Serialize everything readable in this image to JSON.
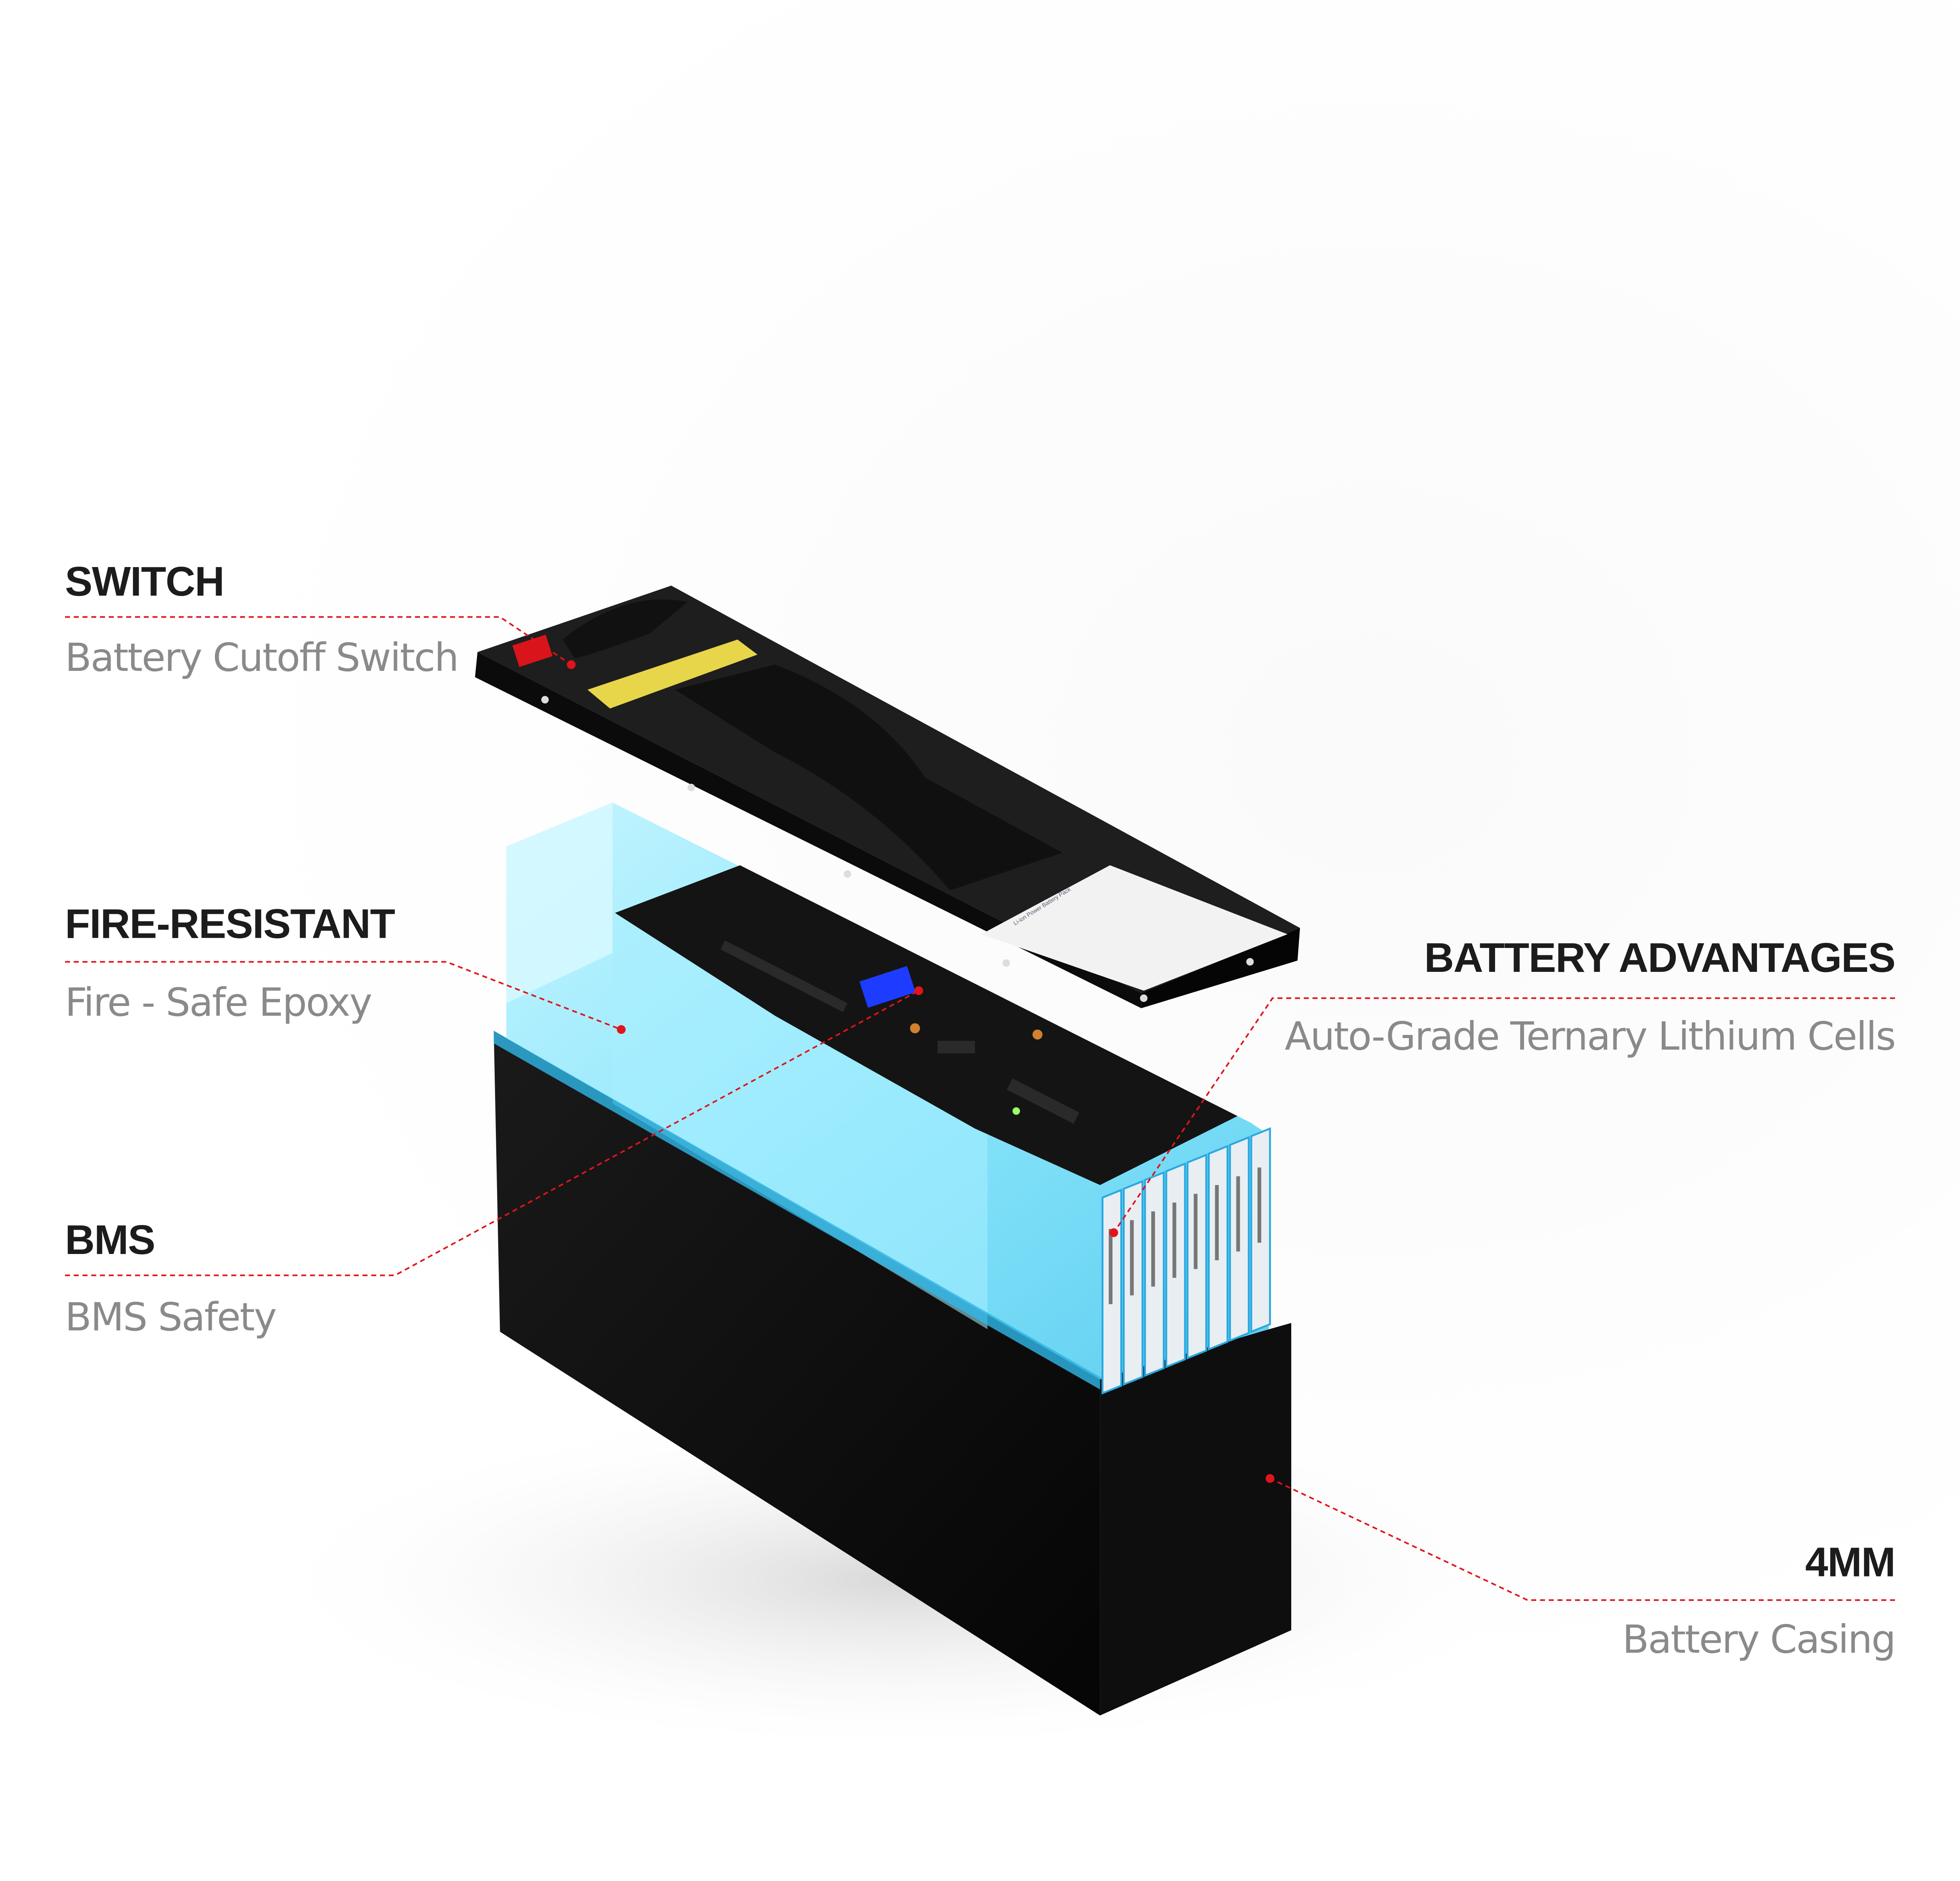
{
  "accent_color": "#e0141b",
  "callouts": {
    "switch": {
      "title": "SWITCH",
      "subtitle": "Battery Cutoff Switch"
    },
    "fire": {
      "title": "FIRE-RESISTANT",
      "subtitle": "Fire - Safe Epoxy"
    },
    "bms": {
      "title": "BMS",
      "subtitle": "BMS Safety"
    },
    "advantages": {
      "title": "BATTERY ADVANTAGES",
      "subtitle": "Auto-Grade Ternary Lithium Cells"
    },
    "casing": {
      "title": "4MM",
      "subtitle": "Battery Casing"
    }
  },
  "product_label_text": "Li-ion Power Battery Pack"
}
